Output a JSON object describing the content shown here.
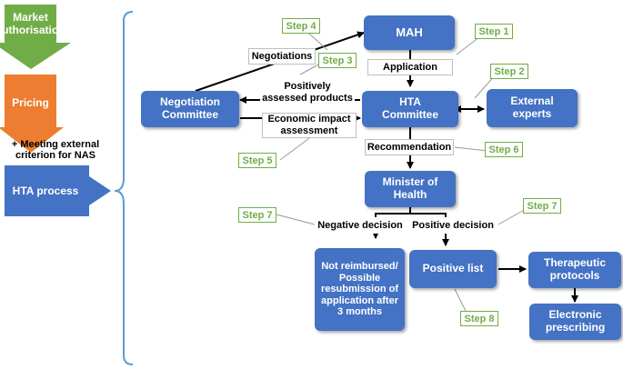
{
  "sidebar": {
    "market": "Market\nauthorisation",
    "pricing": "Pricing",
    "note": "+ Meeting external\ncriterion for NAS",
    "hta": "HTA process"
  },
  "nodes": {
    "mah": "MAH",
    "hta_committee": "HTA\nCommittee",
    "external": "External\nexperts",
    "negotiation": "Negotiation\nCommittee",
    "minister": "Minister of\nHealth",
    "not_reimbursed": "Not reimbursed/\nPossible\nresubmission of\napplication after\n3 months",
    "positive_list": "Positive list",
    "therapeutic": "Therapeutic\nprotocols",
    "electronic": "Electronic\nprescribing"
  },
  "labels": {
    "negotiations": "Negotiations",
    "application": "Application",
    "positively": "Positively\nassessed products",
    "economic": "Economic impact\nassessment",
    "recommendation": "Recommendation",
    "negative": "Negative decision",
    "positive": "Positive decision"
  },
  "steps": {
    "s1": "Step 1",
    "s2": "Step 2",
    "s3": "Step 3",
    "s4": "Step 4",
    "s5": "Step 5",
    "s6": "Step 6",
    "s7a": "Step 7",
    "s7b": "Step 7",
    "s8": "Step 8"
  },
  "colors": {
    "node_blue": "#4472c4",
    "market_green": "#70ad47",
    "pricing_orange": "#ed7d31",
    "step_green": "#70ad47"
  }
}
